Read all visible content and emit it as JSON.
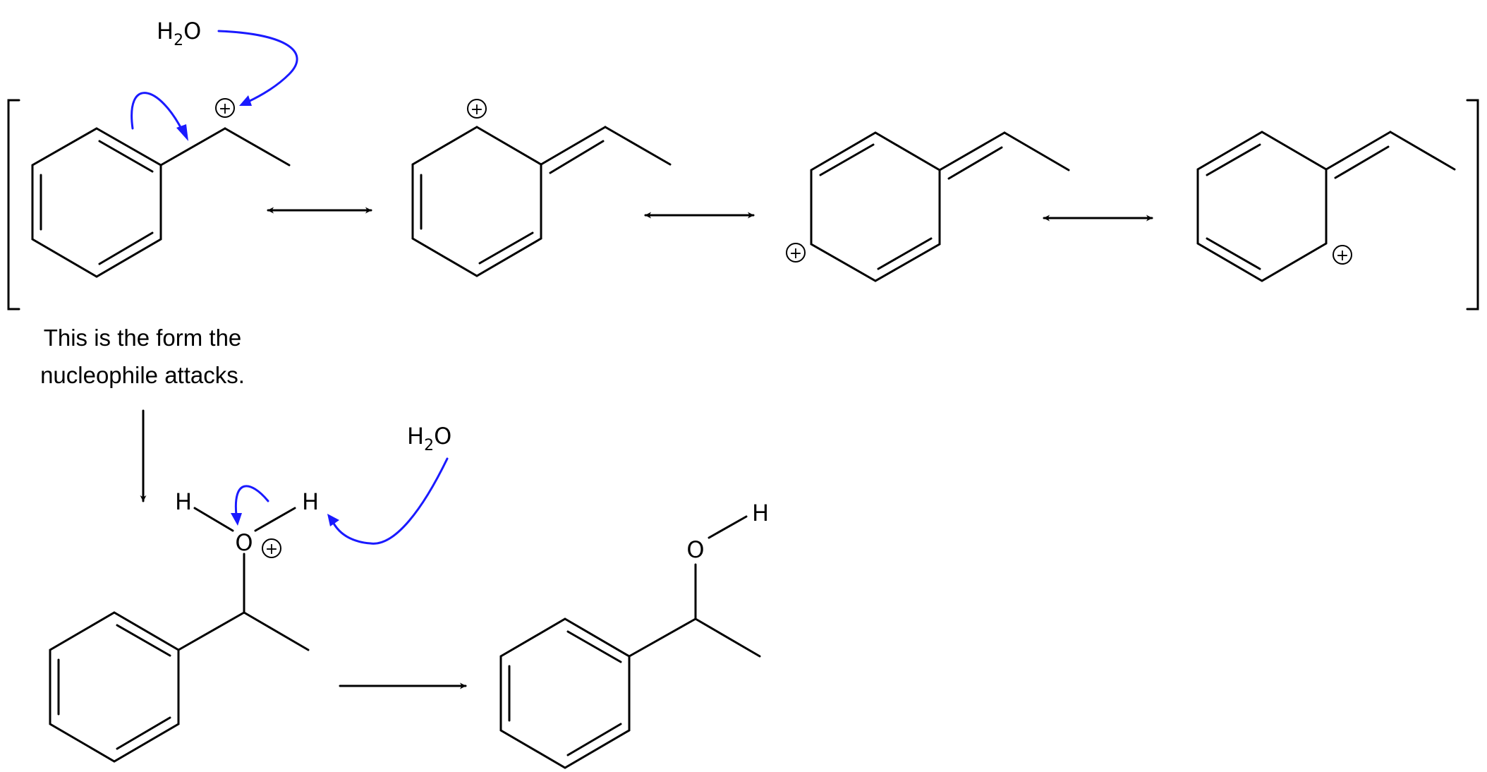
{
  "reagents": {
    "water_top": {
      "main": "H",
      "sub": "2",
      "tail": "O"
    },
    "water_bottom": {
      "main": "H",
      "sub": "2",
      "tail": "O"
    }
  },
  "annotation": {
    "line1": "This is the form the",
    "line2": "nucleophile attacks."
  },
  "atoms": {
    "oxonium_o": "O",
    "oxonium_h_left": "H",
    "oxonium_h_right": "H",
    "alcohol_o": "O",
    "alcohol_h": "H"
  },
  "charge_symbol": "+",
  "colors": {
    "bond": "#000000",
    "electron_arrow": "#1a1aff",
    "background": "#ffffff"
  }
}
